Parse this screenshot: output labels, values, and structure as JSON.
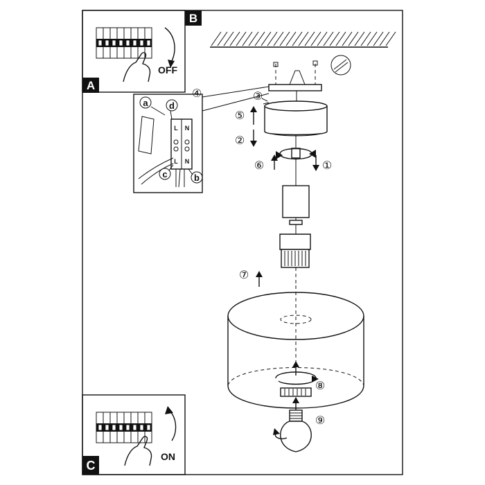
{
  "panels": {
    "a_label": "A",
    "b_label": "B",
    "c_label": "C",
    "off_text": "OFF",
    "on_text": "ON"
  },
  "steps": {
    "s1": "①",
    "s2": "②",
    "s3": "③",
    "s4": "④",
    "s5": "⑤",
    "s6": "⑥",
    "s7": "⑦",
    "s8": "⑧",
    "s9": "⑨"
  },
  "wiring": {
    "a": "a",
    "b": "b",
    "c": "c",
    "d": "d",
    "terminal_l_top": "L",
    "terminal_n_top": "N",
    "terminal_l_bottom": "L",
    "terminal_n_bottom": "N"
  },
  "colors": {
    "ink": "#111111",
    "background": "#ffffff"
  }
}
